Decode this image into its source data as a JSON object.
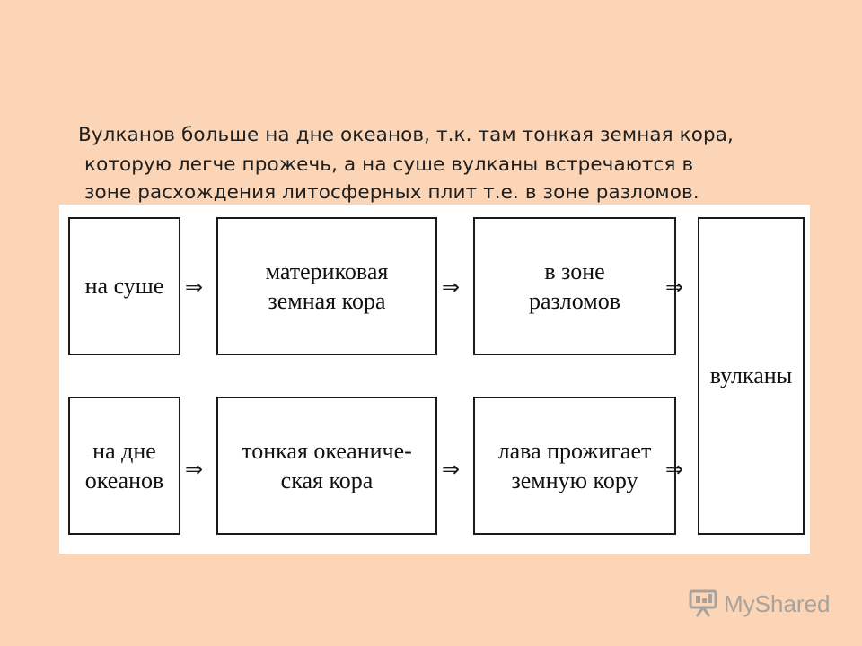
{
  "caption": {
    "line1": "Вулканов больше на дне океанов, т.к. там тонкая земная кора,",
    "line2": "которую легче прожечь, а на суше вулканы встречаются в",
    "line3": "зоне расхождения литосферных плит т.е. в зоне разломов."
  },
  "diagram": {
    "row1": {
      "box1": [
        "на суше"
      ],
      "box2": [
        "материковая",
        "земная кора"
      ],
      "box3": [
        "в зоне",
        "разломов"
      ]
    },
    "row2": {
      "box1": [
        "на дне",
        "океанов"
      ],
      "box2": [
        "тонкая океаниче-",
        "ская кора"
      ],
      "box3": [
        "лава прожигает",
        "земную кору"
      ]
    },
    "result": "вулканы",
    "arrow_symbol": "⇒",
    "arrow_icon": "double-right-arrow-icon"
  },
  "watermark": {
    "text": "MyShared",
    "icon": "presentation-board-icon",
    "color": "#9a9a9a"
  },
  "colors": {
    "background": "#fbd5b5",
    "diagram_background": "#ffffff",
    "box_border": "#1a1a1a"
  }
}
